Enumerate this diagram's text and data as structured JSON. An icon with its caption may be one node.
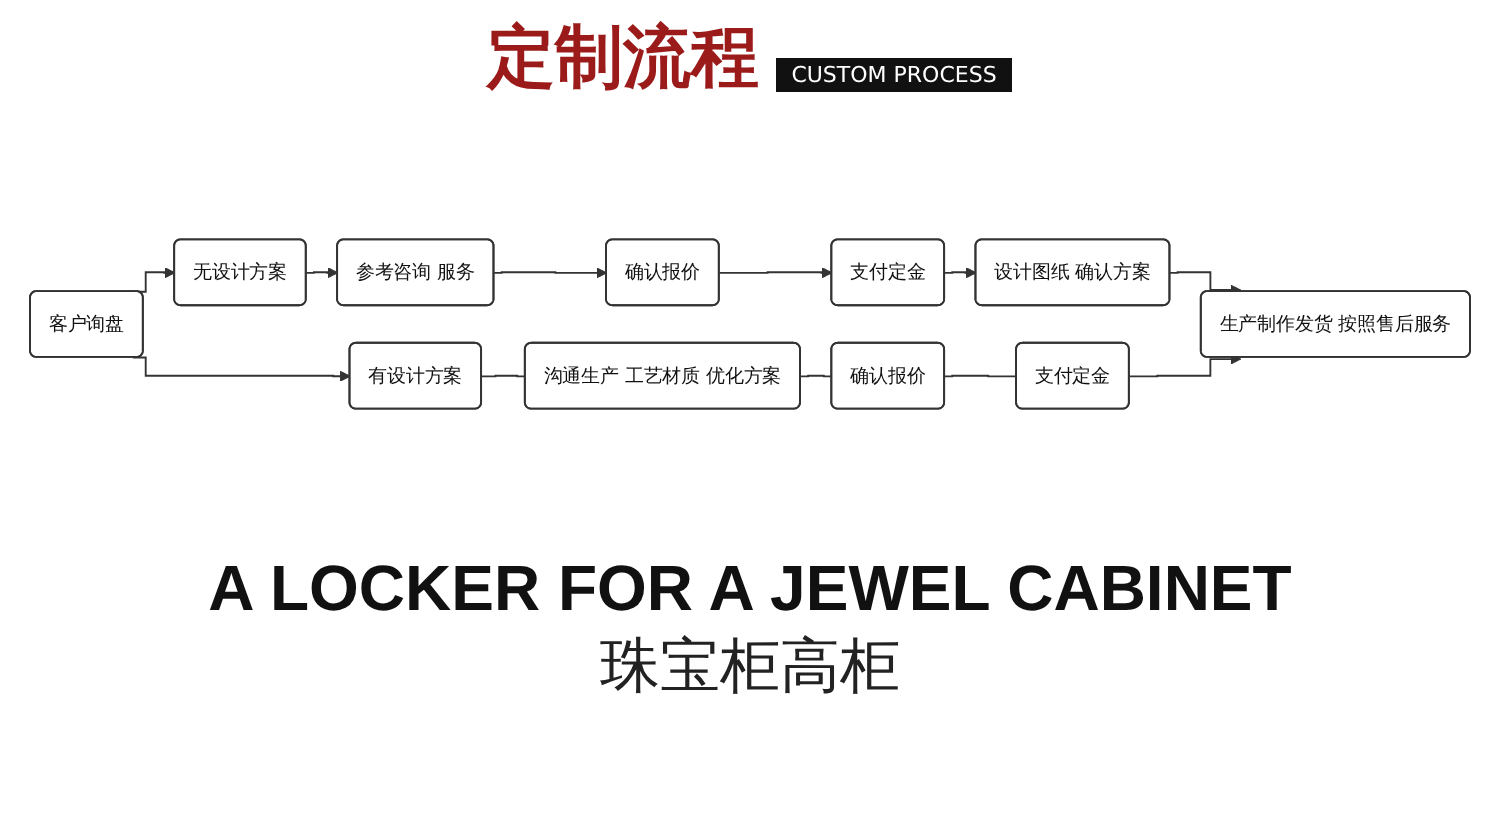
{
  "diagram": {
    "title": "定制流程",
    "nodes": [
      {
        "text": [
          "客户询盘"
        ]
      },
      {
        "text": [
          "无设计方案"
        ]
      },
      {
        "text": [
          "参考咨询 服务"
        ]
      },
      {
        "text": [
          "确认报价"
        ]
      },
      {
        "text": [
          "支付定金"
        ]
      },
      {
        "text": [
          "设计图纸 确认方案"
        ]
      },
      {
        "text": [
          "生产制作发货 按照售后服务"
        ]
      },
      {
        "text": [
          "有设计方案"
        ]
      },
      {
        "text": [
          "沟通生产 工艺材质 优化方案"
        ]
      },
      {
        "text": [
          "确认报价"
        ]
      },
      {
        "text": [
          "支付定金"
        ]
      }
    ],
    "edges": [
      {
        "from": 0,
        "to": 1,
        "arrow": "to"
      },
      {
        "from": 1,
        "to": 2,
        "arrow": "to"
      },
      {
        "from": 2,
        "to": 3,
        "arrow": "to"
      },
      {
        "from": 3,
        "to": 4,
        "arrow": "to"
      },
      {
        "from": 4,
        "to": 5,
        "arrow": "to"
      },
      {
        "from": 5,
        "to": 6,
        "arrow": "to"
      },
      {
        "from": 0,
        "to": 7,
        "arrow": "to"
      },
      {
        "from": 7,
        "to": 8,
        "arrow": "none"
      },
      {
        "from": 8,
        "to": 9,
        "arrow": "none"
      },
      {
        "from": 9,
        "to": 10,
        "arrow": "none"
      },
      {
        "from": 10,
        "to": 6,
        "arrow": "to"
      }
    ],
    "labels": [
      "CUSTOM PROCESS",
      "A LOCKER FOR A JEWEL CABINET",
      "珠宝柜高柜"
    ]
  }
}
